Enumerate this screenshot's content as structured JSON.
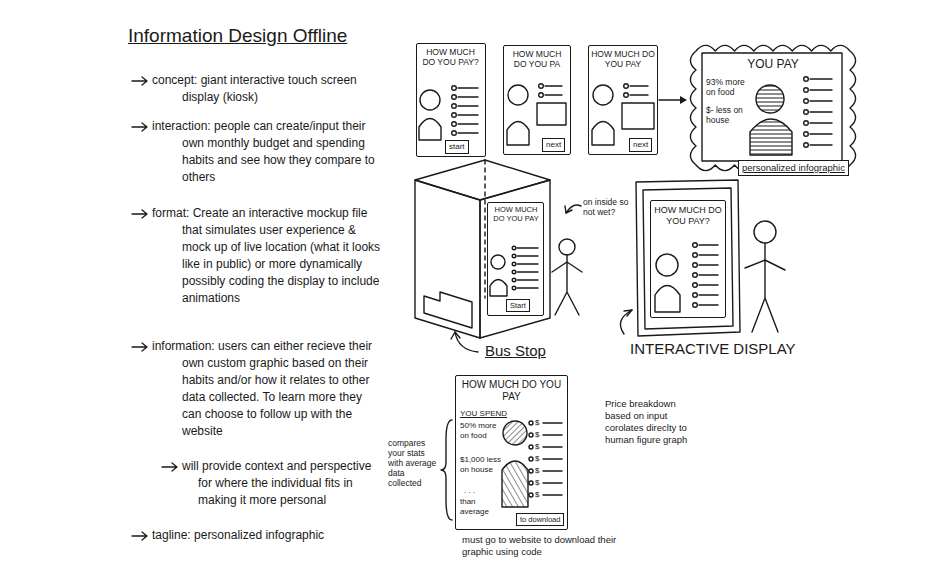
{
  "diagram": {
    "title": "Information Design Offline",
    "nodes": [
      {
        "text": [
          "HOW MUCH DO YOU PAY?"
        ]
      },
      {
        "text": [
          "start"
        ],
        "in": 0
      },
      {
        "text": [
          "HOW MUCH DO YOU PA"
        ]
      },
      {
        "text": [
          "next"
        ],
        "in": 2
      },
      {
        "text": [
          "HOW MUCH DO YOU PAY"
        ]
      },
      {
        "text": [
          "next"
        ],
        "in": 4
      },
      {
        "text": [
          "YOU PAY",
          "93% more on food",
          "$- less on house"
        ]
      },
      {
        "text": [
          "personalized infographic"
        ]
      },
      {
        "text": [
          "HOW MUCH DO YOU PAY"
        ]
      },
      {
        "text": [
          "Start"
        ],
        "in": 8
      },
      {
        "text": [
          "HOW MUCH DO YOU PAY?"
        ]
      },
      {
        "text": [
          "HOW MUCH DO YOU PAY",
          "YOU SPEND",
          "50% more on food",
          "$1,000 less on house",
          ". . .",
          "than average",
          "$",
          "$",
          "$",
          "$",
          "$",
          "$",
          "$"
        ]
      },
      {
        "text": [
          "to download"
        ],
        "in": 11
      }
    ],
    "edges": [
      {
        "from": 4,
        "to": 6,
        "arrow": "to"
      }
    ],
    "labels": [
      "concept: giant interactive touch screen display (kiosk)",
      "interaction: people can create/input their own monthly budget and spending habits and see how they compare to others",
      "format: Create an interactive mockup file that simulates user experience & mock up of live location (what it looks like in public) or more dynamically possibly coding the display to include animations",
      "information: users can either recieve their own custom graphic based on their habits and/or how it relates to other data collected. To learn more they can choose to follow up with the website",
      "will provide context and perspective for where the individual fits in making it more personal",
      "tagline: personalized infographic",
      "on inside so not wet?",
      "Bus Stop",
      "INTERACTIVE DISPLAY",
      "Price breakdown based on input corolates direclty to human figure graph",
      "compares your stats with average data collected",
      "must go to website to download their graphic using code"
    ]
  }
}
